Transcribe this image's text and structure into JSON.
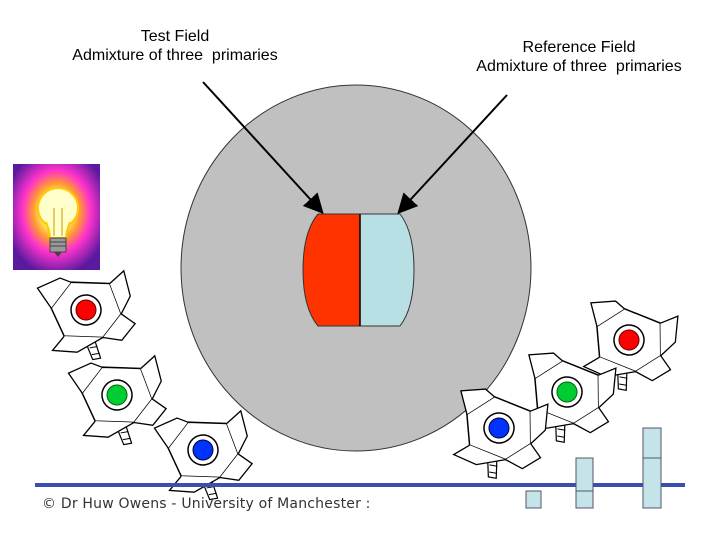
{
  "test_field": {
    "title": "Test Field",
    "subtitle": "Admixture of three  primaries"
  },
  "reference_field": {
    "title": "Reference Field",
    "subtitle": "Admixture of three  primaries"
  },
  "footer": {
    "text": "© Dr Huw Owens - University of Manchester :"
  },
  "colors": {
    "background_disc": "#c0c0c0",
    "test_half": "#ff3300",
    "reference_half": "#b8dfe3",
    "lamp_red": "#ff0000",
    "lamp_green": "#00cc33",
    "lamp_blue": "#0033ff",
    "bar_accent": "#3a4fb0",
    "bulb_glow": "#ff33ff",
    "bulb_background": "#4a1a9a",
    "meter_bar": "#c4e4ea"
  },
  "icons": [
    "light-bulb-icon",
    "spotlight-icon",
    "arrow-icon"
  ]
}
